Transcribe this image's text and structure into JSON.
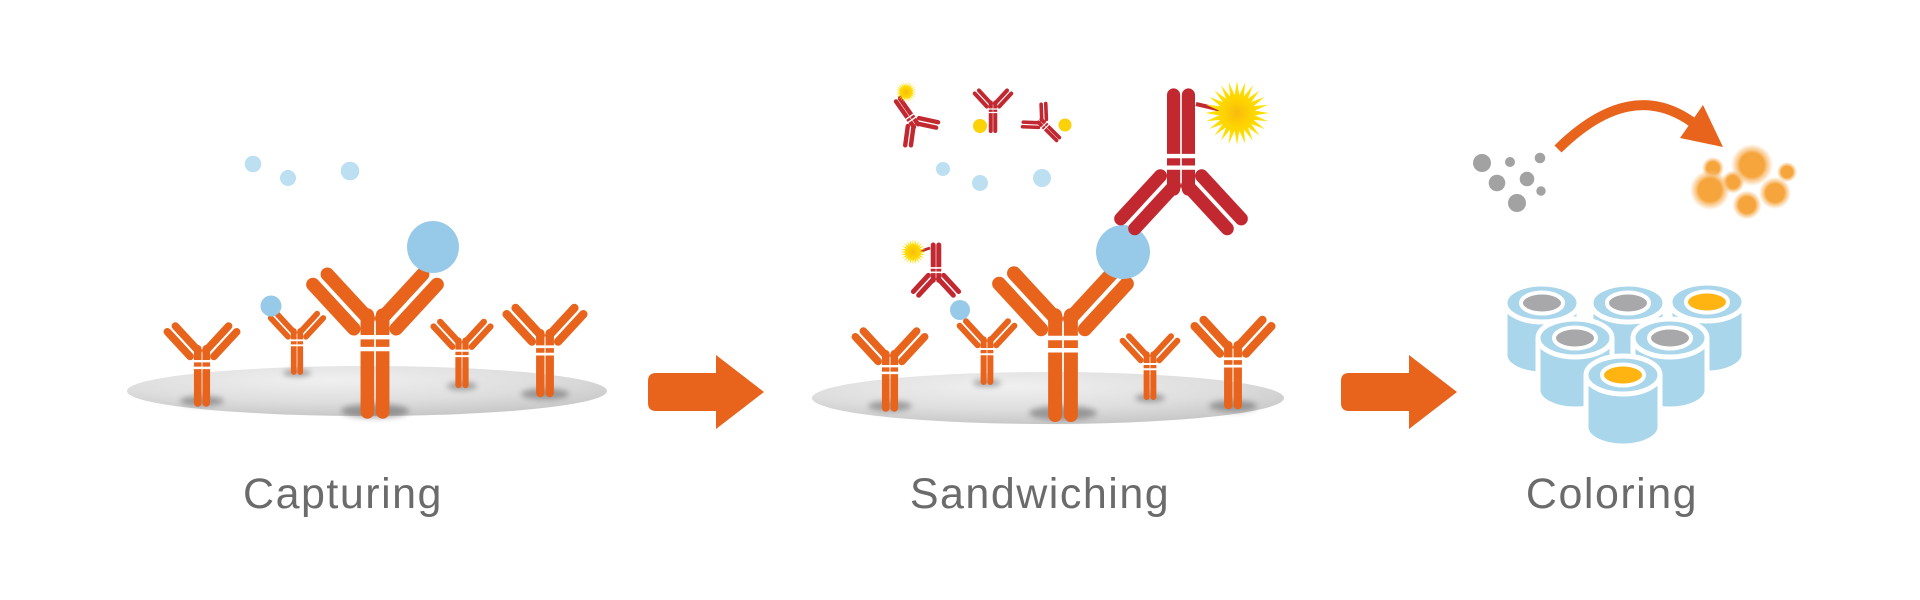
{
  "figure": {
    "description": "ELISA immunoassay three-step process diagram",
    "step_count": 3
  },
  "steps": [
    {
      "label": "Capturing",
      "counts": {
        "capture_antibodies": 5,
        "free_antigens": 3,
        "bound_antigens": 2
      }
    },
    {
      "label": "Sandwiching",
      "counts": {
        "capture_antibodies": 5,
        "detection_antibodies": 5,
        "free_antigens": 3,
        "bound_antigens": 2,
        "enzyme_labels": 5
      }
    },
    {
      "label": "Coloring",
      "counts": {
        "substrate_particles": 7,
        "product_particles": 7,
        "wells_total": 6,
        "wells_colored": 2,
        "wells_uncolored": 4
      }
    }
  ],
  "colors": {
    "capture_antibody": "#E8641C",
    "detection_antibody": "#C22830",
    "antigen": "#97CAE8",
    "antigen_pale": "#BCDFF2",
    "enzyme_dot": "#FBD108",
    "arrow": "#E8641C",
    "substrate_dot": "#A2A2A2",
    "product_dot": "#F6A53C",
    "well_body": "#A9D6EB",
    "well_empty_top": "#A8A8AA",
    "well_colored_top": "#FFB412",
    "label_text": "#6B6B6B"
  }
}
